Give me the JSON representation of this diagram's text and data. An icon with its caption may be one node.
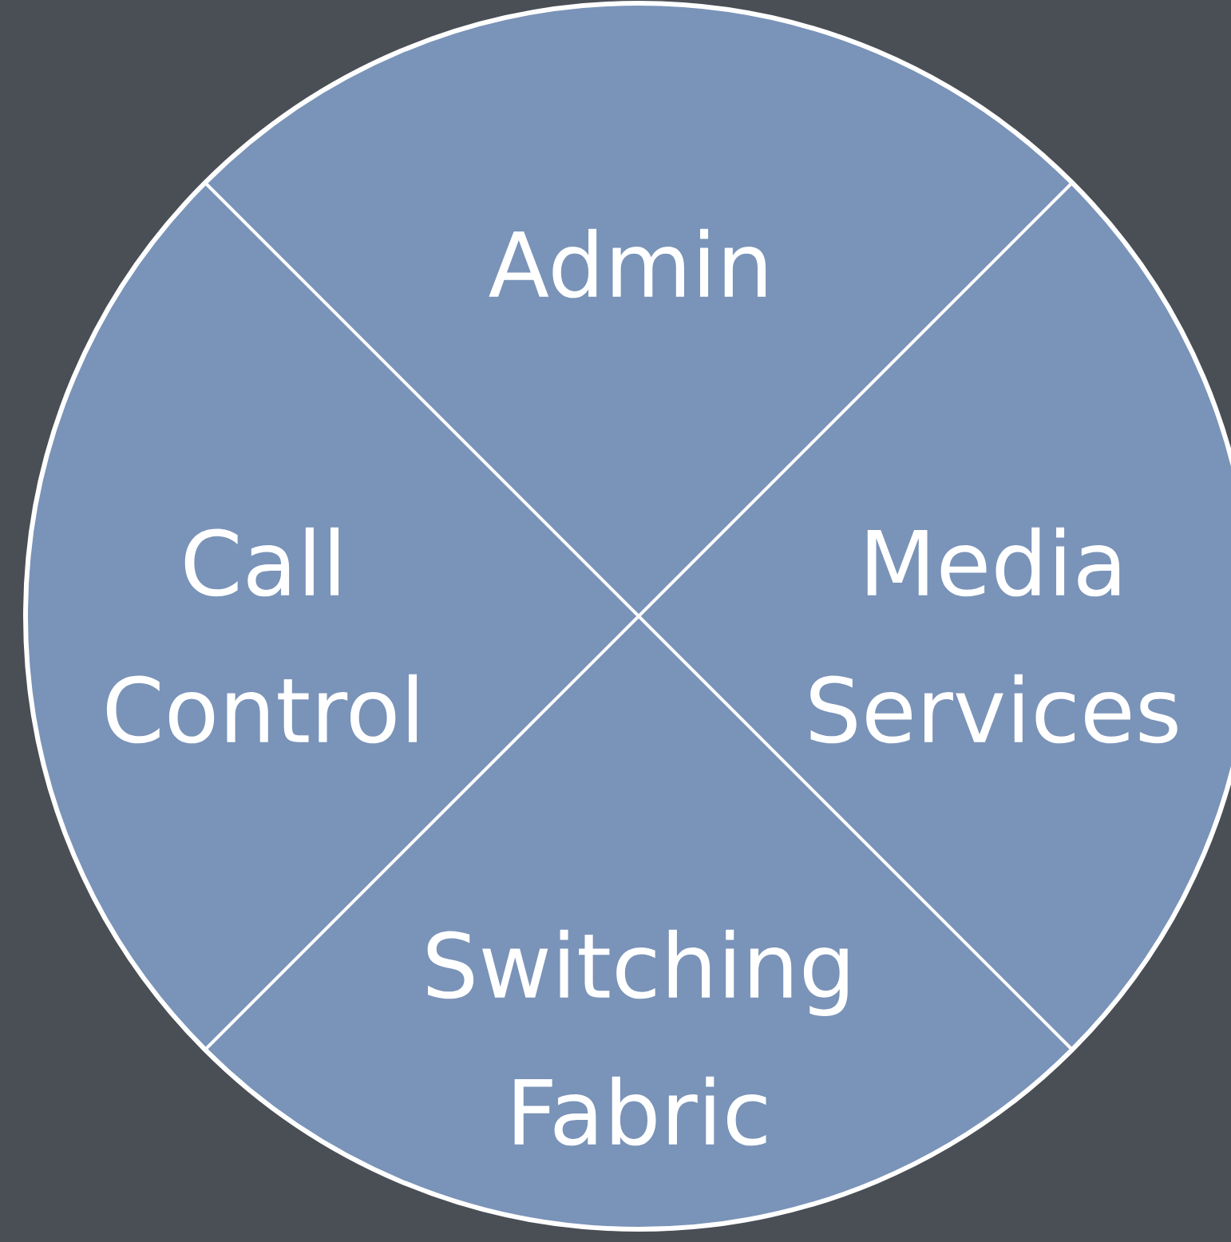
{
  "diagram": {
    "nodes": [
      {
        "text": [],
        "shape": "circle"
      },
      {
        "text": [
          "Admin"
        ],
        "in": 0
      },
      {
        "text": [
          "Call Control"
        ],
        "in": 0
      },
      {
        "text": [
          "Media Services"
        ],
        "in": 0
      },
      {
        "text": [
          "Switching Fabric"
        ],
        "in": 0
      }
    ]
  }
}
